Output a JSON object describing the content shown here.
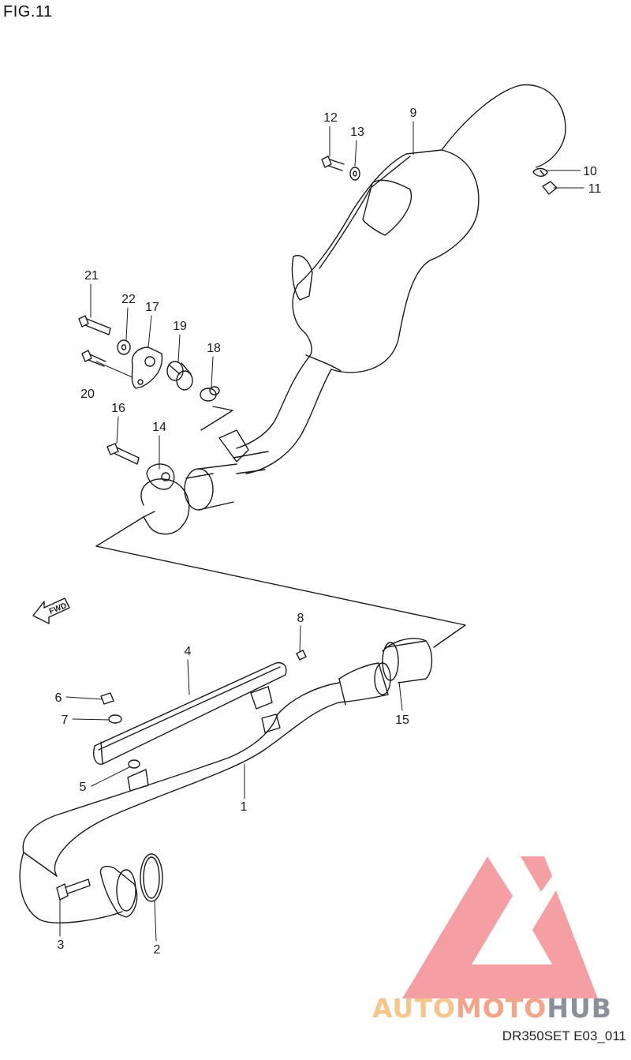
{
  "figure": {
    "title": "FIG.11",
    "reference_code": "DR350SET E03_011"
  },
  "direction_arrow": {
    "label": "FWD"
  },
  "callouts": [
    {
      "id": "12",
      "label": "12"
    },
    {
      "id": "13",
      "label": "13"
    },
    {
      "id": "9",
      "label": "9"
    },
    {
      "id": "10",
      "label": "10"
    },
    {
      "id": "11",
      "label": "11"
    },
    {
      "id": "21",
      "label": "21"
    },
    {
      "id": "22",
      "label": "22"
    },
    {
      "id": "17",
      "label": "17"
    },
    {
      "id": "19",
      "label": "19"
    },
    {
      "id": "18",
      "label": "18"
    },
    {
      "id": "20",
      "label": "20"
    },
    {
      "id": "16",
      "label": "16"
    },
    {
      "id": "14",
      "label": "14"
    },
    {
      "id": "8",
      "label": "8"
    },
    {
      "id": "4",
      "label": "4"
    },
    {
      "id": "6",
      "label": "6"
    },
    {
      "id": "7",
      "label": "7"
    },
    {
      "id": "15",
      "label": "15"
    },
    {
      "id": "5",
      "label": "5"
    },
    {
      "id": "1",
      "label": "1"
    },
    {
      "id": "3",
      "label": "3"
    },
    {
      "id": "2",
      "label": "2"
    }
  ],
  "watermark": {
    "part1": "AUTO",
    "part2": "MOTO",
    "part3": "HUB"
  },
  "colors": {
    "line": "#1a1a1a",
    "watermark_red": "#f07f86",
    "watermark_orange": "#f6c58c",
    "watermark_gray": "#8a8f99"
  }
}
